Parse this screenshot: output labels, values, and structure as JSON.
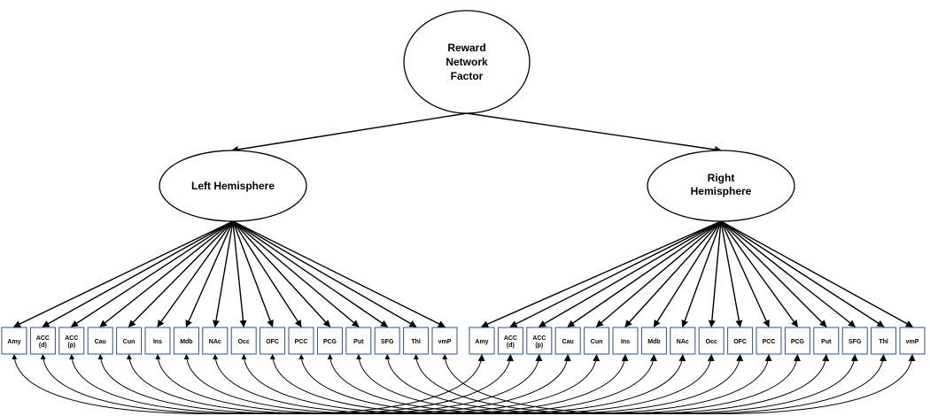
{
  "diagram": {
    "top_factor": {
      "lines": [
        "Reward",
        "Network",
        "Factor"
      ]
    },
    "left_factor": {
      "lines": [
        "Left Hemisphere"
      ]
    },
    "right_factor": {
      "lines": [
        "Right",
        "Hemisphere"
      ]
    },
    "regions": [
      [
        "Amy"
      ],
      [
        "ACC",
        "(d)"
      ],
      [
        "ACC",
        "(p)"
      ],
      [
        "Cau"
      ],
      [
        "Cun"
      ],
      [
        "Ins"
      ],
      [
        "Mdb"
      ],
      [
        "NAc"
      ],
      [
        "Occ"
      ],
      [
        "OFC"
      ],
      [
        "PCC"
      ],
      [
        "PCG"
      ],
      [
        "Put"
      ],
      [
        "SFG"
      ],
      [
        "Thl"
      ],
      [
        "vmP"
      ]
    ],
    "colors": {
      "box_border": "#2f4f8f",
      "line": "#000000",
      "background": "#ffffff"
    }
  }
}
